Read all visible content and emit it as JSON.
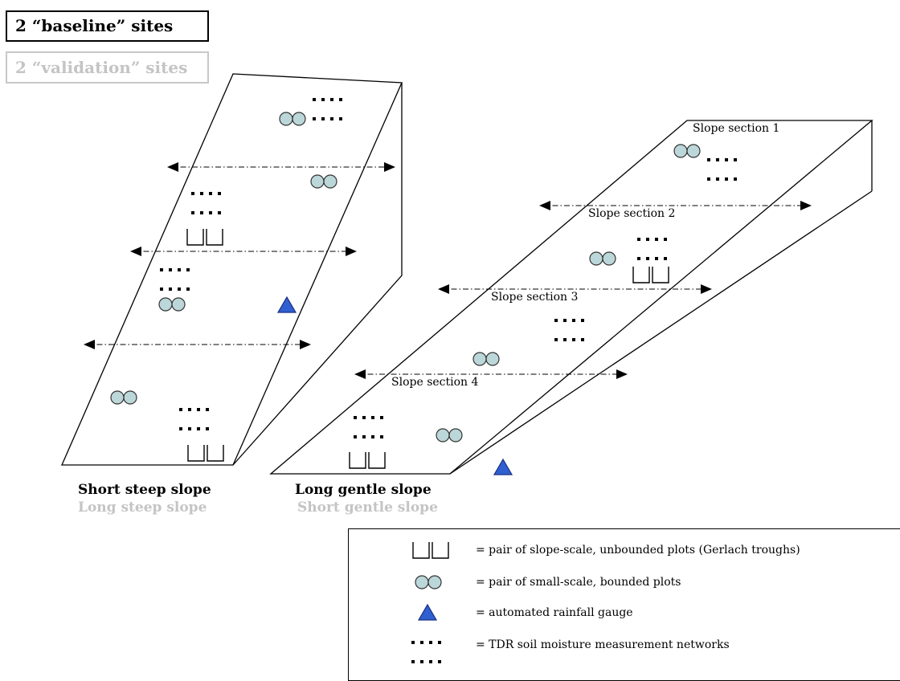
{
  "badges": {
    "baseline": "2 “baseline” sites",
    "validation": "2 “validation” sites"
  },
  "slopes": {
    "short_steep": "Short steep slope",
    "long_steep": "Long steep slope",
    "long_gentle": "Long gentle slope",
    "short_gentle": "Short gentle slope"
  },
  "sections": {
    "s1": "Slope section 1",
    "s2": "Slope section 2",
    "s3": "Slope section 3",
    "s4": "Slope section 4"
  },
  "legend": {
    "troughs": "= pair of slope-scale, unbounded plots (Gerlach troughs)",
    "bounded": "= pair of small-scale, bounded plots",
    "gauge": "= automated rainfall gauge",
    "tdr": "= TDR soil moisture measurement networks"
  },
  "colors": {
    "plot_fill": "#bcd7d9",
    "gauge_fill": "#2f5fd0",
    "validation_text": "#c4c4c4"
  }
}
